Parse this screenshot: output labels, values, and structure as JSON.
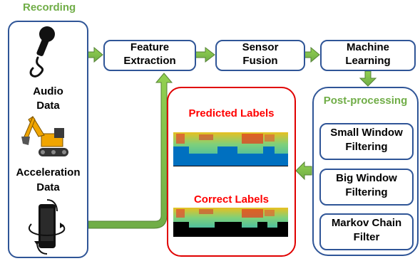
{
  "recording": {
    "title": "Recording",
    "audio_label_line1": "Audio",
    "audio_label_line2": "Data",
    "accel_label_line1": "Acceleration",
    "accel_label_line2": "Data"
  },
  "pipeline": {
    "feature_line1": "Feature",
    "feature_line2": "Extraction",
    "sensor_line1": "Sensor",
    "sensor_line2": "Fusion",
    "ml_line1": "Machine",
    "ml_line2": "Learning"
  },
  "post": {
    "title": "Post-processing",
    "small_line1": "Small Window",
    "small_line2": "Filtering",
    "big_line1": "Big Window",
    "big_line2": "Filtering",
    "markov_line1": "Markov Chain",
    "markov_line2": "Filter"
  },
  "results": {
    "predicted_title": "Predicted Labels",
    "correct_title": "Correct Labels"
  },
  "colors": {
    "box_border": "#2f5597",
    "accent_green": "#70ad47",
    "accent_red": "#ff0000",
    "predicted_label_fill": "#0070c0",
    "correct_label_fill": "#000000"
  },
  "icons": [
    "microphone-icon",
    "excavator-icon",
    "rotating-phone-icon"
  ]
}
